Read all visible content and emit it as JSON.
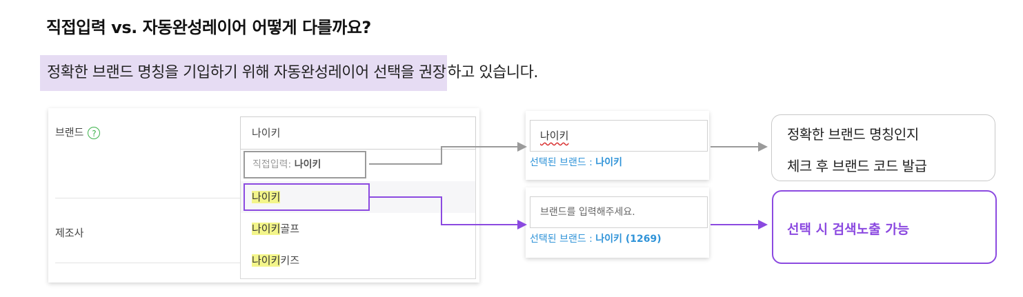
{
  "title": "직접입력 vs. 자동완성레이어 어떻게 다를까요?",
  "subtitle": {
    "highlighted": "정확한 브랜드 명칭을 기입하기 위해 자동완성레이어 선택을 권장",
    "rest": "하고 있습니다."
  },
  "form": {
    "brand_label": "브랜드",
    "help_icon": "?",
    "manufacturer_label": "제조사",
    "brand_input_value": "나이키",
    "dropdown": {
      "direct_prefix": "직접입력: ",
      "direct_value": "나이키",
      "items": [
        {
          "match": "나이키",
          "rest": ""
        },
        {
          "match": "나이키",
          "rest": "골프"
        },
        {
          "match": "나이키",
          "rest": "키즈"
        }
      ]
    }
  },
  "result_direct": {
    "input_value": "나이키",
    "selected_prefix": "선택된 브랜드 : ",
    "selected_value": "나이키"
  },
  "result_auto": {
    "input_placeholder": "브랜드를 입력해주세요.",
    "selected_prefix": "선택된 브랜드 : ",
    "selected_value": "나이키 (1269)"
  },
  "notes": {
    "direct_line1": "정확한 브랜드 명칭인지",
    "direct_line2": "체크 후 브랜드 코드 발급",
    "auto": "선택 시 검색노출 가능"
  },
  "colors": {
    "accent_purple": "#8b49e0",
    "highlight_bg": "#e6dcf3",
    "match_yellow": "#f3f58a",
    "selected_blue": "#2f93d8",
    "gray_arrow": "#9a9a9a"
  }
}
